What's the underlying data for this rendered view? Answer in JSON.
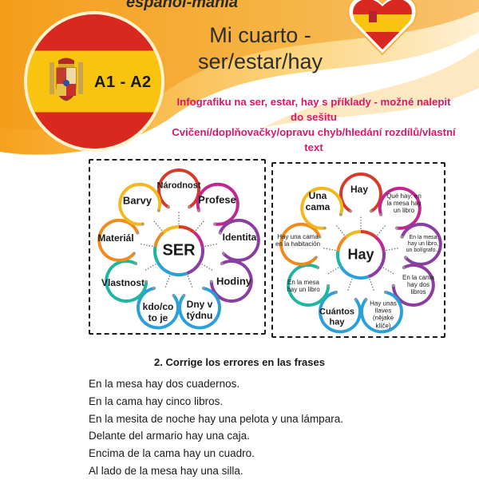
{
  "header": {
    "script_text": "espanol-mania",
    "level_badge": "A1 - A2",
    "title_line1": "Mi cuarto -",
    "title_line2": "ser/estar/hay",
    "subtitle_lines": [
      "Infografiku na ser, estar, hay s příklady  - možné nalepit",
      "do sešitu",
      "Cvičení/doplňovačky/opravu chyb/hledání rozdílů/vlastní",
      "text"
    ]
  },
  "icons": [
    "spanish-coat-of-arms-icon",
    "spanish-flag-heart-icon"
  ],
  "colors": {
    "flag_red": "#d8281f",
    "flag_yellow": "#f8c40f",
    "subtitle_pink": "#d61a6a",
    "ring_red": "#d73a2a",
    "ring_orange": "#f08a1c",
    "ring_yellow": "#f2b81e",
    "ring_teal": "#1fb5a0",
    "ring_blue": "#2a9fd8",
    "ring_purple": "#8a3fa0",
    "ring_magenta": "#c2268f"
  },
  "ser_diagram": {
    "hub": "SER",
    "nodes": [
      "Národnost",
      "Profese",
      "Identita",
      "Hodiny",
      "Dny v týdnu",
      "kdo/co to je",
      "Vlastnost",
      "Materiál",
      "Barvy"
    ]
  },
  "hay_diagram": {
    "hub": "Hay",
    "nodes": [
      "Hay",
      "Qué hay: en la mesa hay un libro",
      "En la mesa hay un libro, un bolígrafo...",
      "En la cama hay dos libros",
      "Hay unas llaves (nějaké klíče)",
      "Cuántos hay",
      "En la mesa hay un libro",
      "Hay una cama en la habitación",
      "Una cama"
    ]
  },
  "exercise": {
    "title": "2. Corrige los errores en las frases",
    "sentences": [
      "En la mesa hay dos cuadernos.",
      "En la cama hay cinco libros.",
      "En la mesita de noche hay una pelota y una lámpara.",
      "Delante del armario hay una caja.",
      "Encima de la cama hay un cuadro.",
      "Al lado de la mesa hay una silla."
    ]
  }
}
